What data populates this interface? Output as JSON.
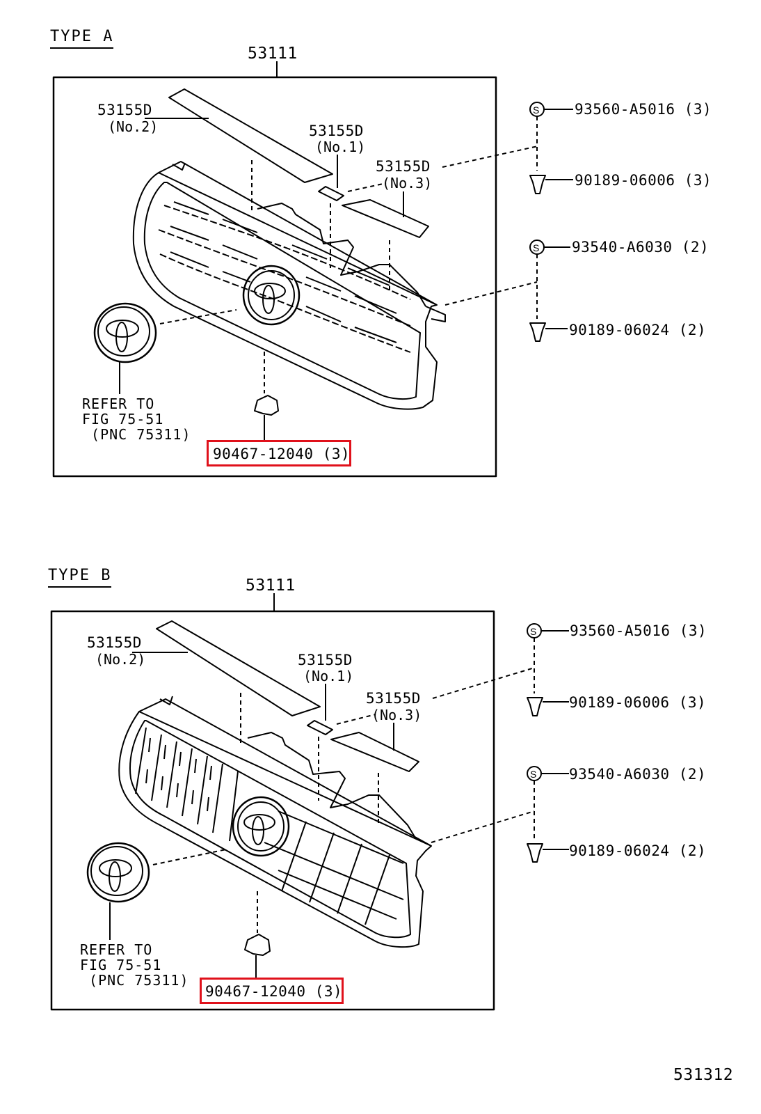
{
  "figure_id": "531312",
  "sections": [
    {
      "title": "TYPE A",
      "assembly_part": "53111",
      "emblem_sticker_no2": {
        "part": "53155D",
        "sub": "(No.2)"
      },
      "emblem_sticker_no1": {
        "part": "53155D",
        "sub": "(No.1)"
      },
      "emblem_sticker_no3": {
        "part": "53155D",
        "sub": "(No.3)"
      },
      "callouts": [
        {
          "part": "93560-A5016",
          "qty": "(3)"
        },
        {
          "part": "90189-06006",
          "qty": "(3)"
        },
        {
          "part": "93540-A6030",
          "qty": "(2)"
        },
        {
          "part": "90189-06024",
          "qty": "(2)"
        }
      ],
      "refer_note": "REFER TO\nFIG 75-51\n (PNC 75311)",
      "highlighted_part": "90467-12040 (3)"
    },
    {
      "title": "TYPE B",
      "assembly_part": "53111",
      "emblem_sticker_no2": {
        "part": "53155D",
        "sub": "(No.2)"
      },
      "emblem_sticker_no1": {
        "part": "53155D",
        "sub": "(No.1)"
      },
      "emblem_sticker_no3": {
        "part": "53155D",
        "sub": "(No.3)"
      },
      "callouts": [
        {
          "part": "93560-A5016",
          "qty": "(3)"
        },
        {
          "part": "90189-06006",
          "qty": "(3)"
        },
        {
          "part": "93540-A6030",
          "qty": "(2)"
        },
        {
          "part": "90189-06024",
          "qty": "(2)"
        }
      ],
      "refer_note": "REFER TO\nFIG 75-51\n (PNC 75311)",
      "highlighted_part": "90467-12040 (3)"
    }
  ],
  "colors": {
    "highlight": "#e0111b",
    "line": "#000000"
  }
}
